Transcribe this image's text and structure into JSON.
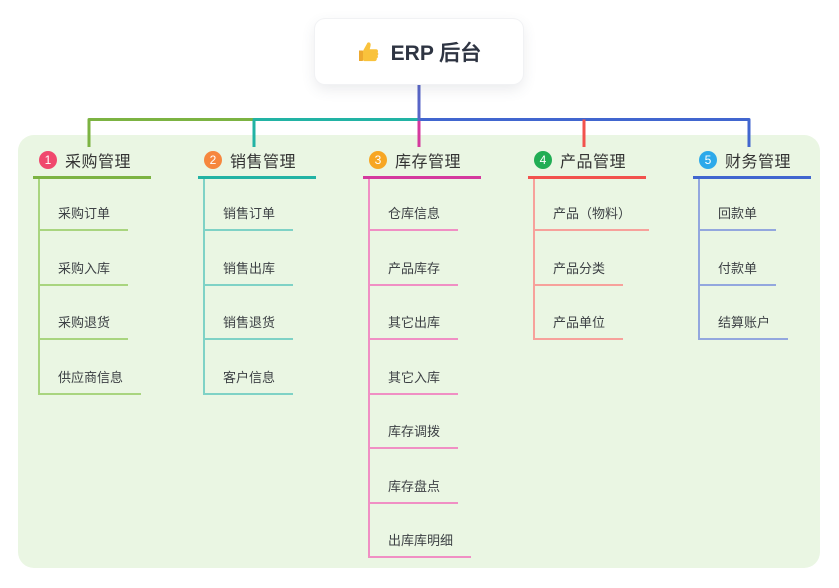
{
  "root": {
    "label": "ERP 后台",
    "icon": "thumbs-up-icon",
    "icon_color": "#f9c23c",
    "line_color": "#5865c7"
  },
  "panel": {
    "background": "#eaf6e3"
  },
  "branches": [
    {
      "badge": "1",
      "label": "采购管理",
      "badge_color": "#f0486d",
      "line_color": "#7cb342",
      "light_color": "#a9d57f",
      "children": [
        "采购订单",
        "采购入库",
        "采购退货",
        "供应商信息"
      ]
    },
    {
      "badge": "2",
      "label": "销售管理",
      "badge_color": "#f6873e",
      "line_color": "#22b3a4",
      "light_color": "#7fd2c6",
      "children": [
        "销售订单",
        "销售出库",
        "销售退货",
        "客户信息"
      ]
    },
    {
      "badge": "3",
      "label": "库存管理",
      "badge_color": "#f7a623",
      "line_color": "#d4399e",
      "light_color": "#f08fc4",
      "children": [
        "仓库信息",
        "产品库存",
        "其它出库",
        "其它入库",
        "库存调拨",
        "库存盘点",
        "出库库明细"
      ]
    },
    {
      "badge": "4",
      "label": "产品管理",
      "badge_color": "#21ad54",
      "line_color": "#f2524d",
      "light_color": "#f7a19b",
      "children": [
        "产品（物料）",
        "产品分类",
        "产品单位"
      ]
    },
    {
      "badge": "5",
      "label": "财务管理",
      "badge_color": "#2da9ea",
      "line_color": "#4166cf",
      "light_color": "#93a7de",
      "children": [
        "回款单",
        "付款单",
        "结算账户"
      ]
    }
  ]
}
